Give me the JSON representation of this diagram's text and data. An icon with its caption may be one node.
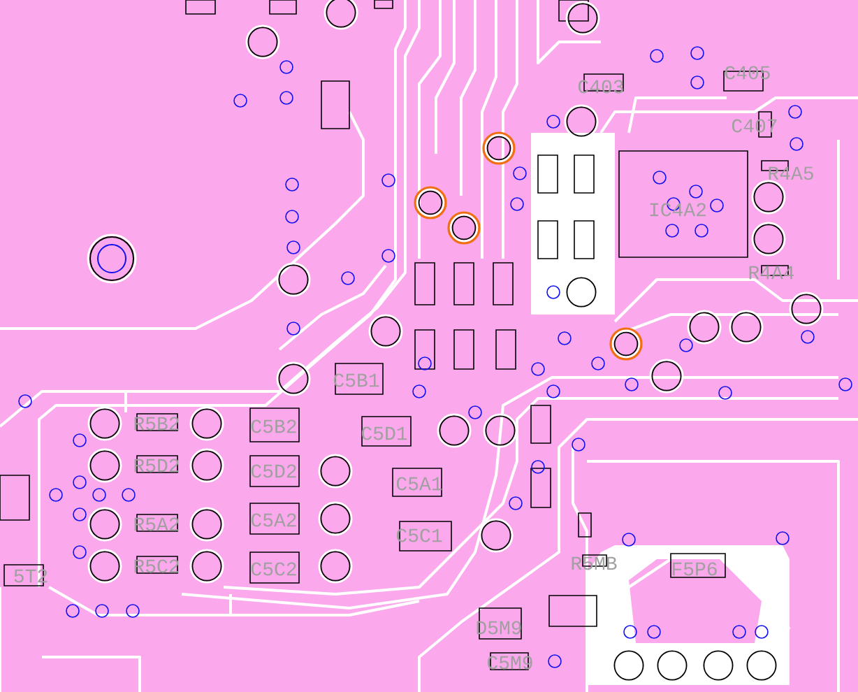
{
  "diagram": {
    "labels": [
      "C403",
      "C405",
      "C407",
      "R4A5",
      "IC4A2",
      "R4A4",
      "C5B1",
      "R5B2",
      "C5B2",
      "C5D1",
      "R5D2",
      "C5D2",
      "C5A1",
      "R5A2",
      "C5A2",
      "C5C1",
      "R5C2",
      "C5C2",
      "5T2",
      "R5MB",
      "F5P6",
      "D5M9",
      "C5M9"
    ]
  }
}
